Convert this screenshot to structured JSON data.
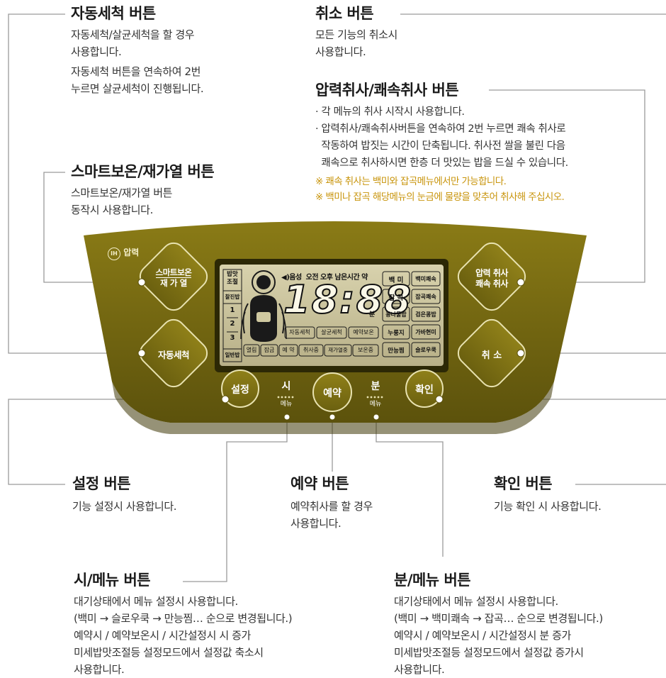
{
  "callouts": {
    "auto_clean": {
      "title": "자동세척 버튼",
      "lines": [
        "자동세척/살균세척을 할 경우",
        "사용합니다.",
        "자동세척 버튼을 연속하여 2번",
        "누르면 살균세척이 진행됩니다."
      ]
    },
    "cancel": {
      "title": "취소 버튼",
      "lines": [
        "모든 기능의 취소시",
        "사용합니다."
      ]
    },
    "pressure": {
      "title": "압력취사/쾌속취사 버튼",
      "bullets": [
        "· 각 메뉴의 취사 시작시 사용합니다.",
        "· 압력취사/쾌속취사버튼을 연속하여 2번 누르면 쾌속 취사로",
        "  작동하여 밥짓는 시간이 단축됩니다. 취사전 쌀을 불린 다음",
        "  쾌속으로 취사하시면 한층 더 맛있는 밥을 드실 수 있습니다."
      ],
      "notes": [
        "※ 쾌속 취사는 백미와 잡곡메뉴에서만 가능합니다.",
        "※ 백미나 잡곡 해당메뉴의 눈금에 물량을 맞추어 취사해 주십시오."
      ]
    },
    "smart": {
      "title": "스마트보온/재가열 버튼",
      "lines": [
        "스마트보온/재가열 버튼",
        "동작시 사용합니다."
      ]
    },
    "setting": {
      "title": "설정 버튼",
      "lines": [
        "기능 설정시 사용합니다."
      ]
    },
    "reserve": {
      "title": "예약 버튼",
      "lines": [
        "예약취사를 할 경우",
        "사용합니다."
      ]
    },
    "confirm": {
      "title": "확인 버튼",
      "lines": [
        "기능 확인 시 사용합니다."
      ]
    },
    "hour_menu": {
      "title": "시/메뉴 버튼",
      "lines": [
        "대기상태에서 메뉴 설정시 사용합니다.",
        "(백미 → 슬로우쿡 → 만능찜… 순으로 변경됩니다.)",
        "예약시 / 예약보온시 / 시간설정시 시 증가",
        "미세밥맛조절등 설정모드에서 설정값 축소시",
        "사용합니다."
      ]
    },
    "min_menu": {
      "title": "분/메뉴 버튼",
      "lines": [
        "대기상태에서 메뉴 설정시 사용합니다.",
        "(백미 → 백미쾌속 → 잡곡… 순으로 변경됩니다.)",
        "예약시 / 예약보온시 / 시간설정시 분 증가",
        "미세밥맛조절등 설정모드에서 설정값 증가시",
        "사용합니다."
      ]
    }
  },
  "panel": {
    "logo": "압력",
    "logo_mark": "IH",
    "btn_smart": [
      "스마트보온",
      "재 가 열"
    ],
    "btn_clean": "자동세척",
    "btn_pressure": [
      "압력 취사",
      "쾌속 취사"
    ],
    "btn_cancel": "취 소",
    "btn_setting": "설정",
    "btn_reserve": "예약",
    "btn_confirm": "확인",
    "hour_label": "시",
    "min_label": "분",
    "menu_label": "메뉴"
  },
  "lcd": {
    "left_top": [
      "밥맛",
      "조절"
    ],
    "left_mid": "찰진밥",
    "levels": [
      "1",
      "2",
      "3"
    ],
    "left_bottom": "일반밥",
    "top_row": "◀)음성  오전 오후 남은시간 약",
    "digits": "18:88",
    "unit": "분",
    "status_row": [
      "자동세척",
      "살균세척",
      "예약보온"
    ],
    "bottom_row": [
      "열림",
      "잠금",
      "예 약",
      "취사중",
      "재가열중",
      "보온중"
    ],
    "menu_grid": [
      [
        "백 미",
        "백미쾌속"
      ],
      [
        "잡 곡",
        "잡곡쾌속"
      ],
      [
        "콩나물밥",
        "검은콩밥"
      ],
      [
        "누룽지",
        "가바현미"
      ],
      [
        "만능찜",
        "슬로우쿡"
      ]
    ]
  },
  "colors": {
    "panel": "#7d6f12",
    "panel_dark": "#5f540a",
    "lcd": "#cfc8a0",
    "note": "#c8940b"
  }
}
